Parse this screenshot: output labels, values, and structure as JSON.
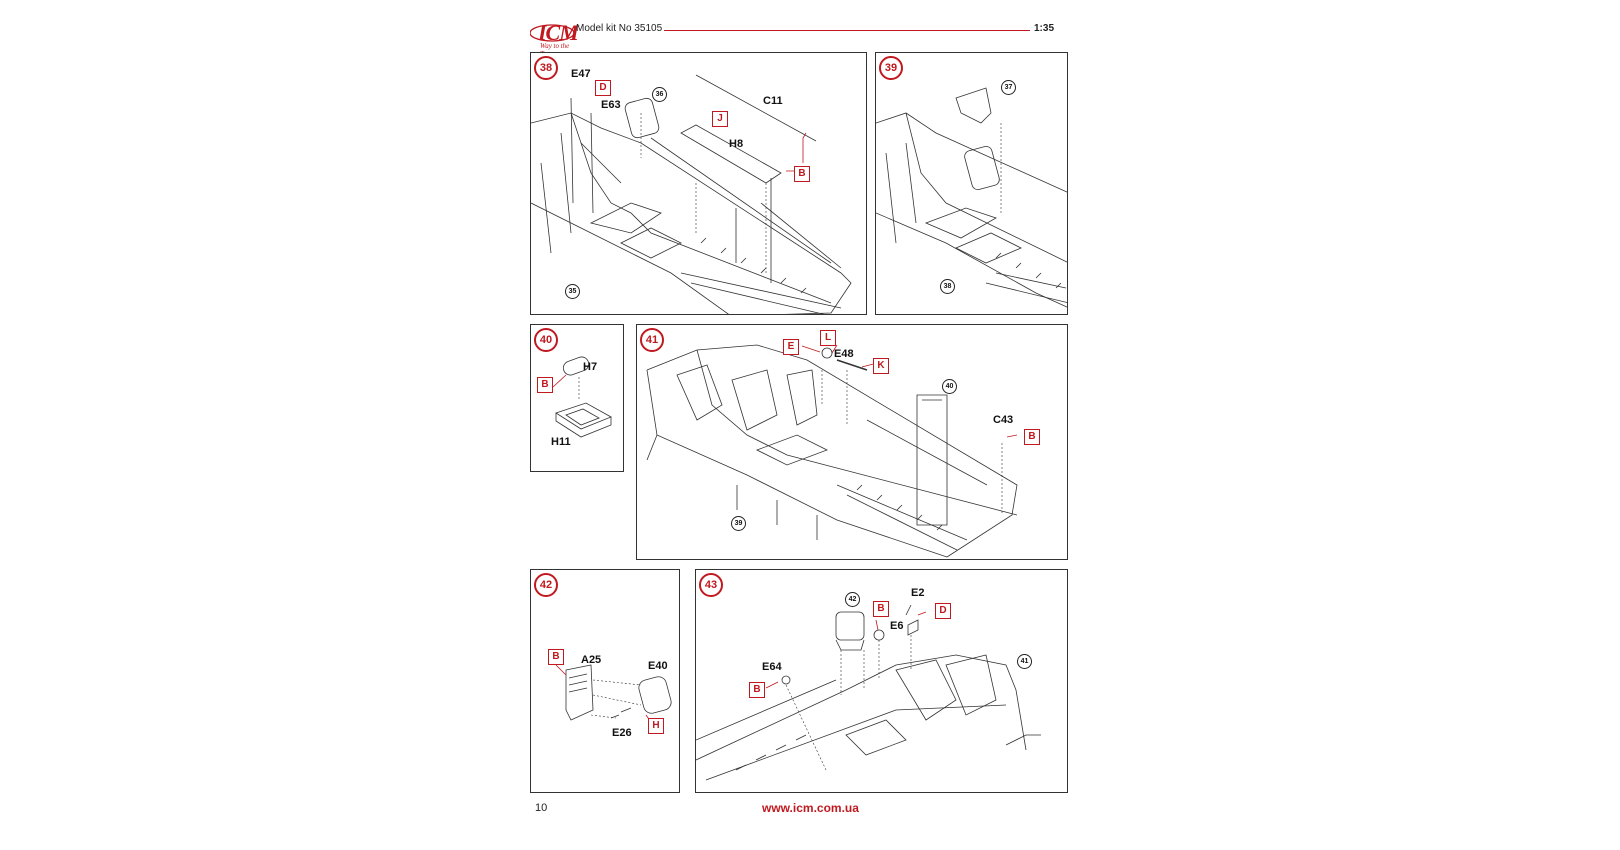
{
  "header": {
    "brand": "ICM",
    "brand_tagline": "Way to the Top",
    "title": "Model kit No 35105",
    "scale": "1:35"
  },
  "steps": {
    "s38": {
      "number": "38",
      "parts": {
        "e47": "E47",
        "e63": "E63",
        "c11": "C11",
        "h8": "H8"
      },
      "tags": {
        "d": "D",
        "j": "J",
        "b": "B"
      },
      "refs": {
        "r36": "36",
        "r35": "35"
      }
    },
    "s39": {
      "number": "39",
      "refs": {
        "r37": "37",
        "r38": "38"
      }
    },
    "s40": {
      "number": "40",
      "parts": {
        "h7": "H7",
        "h11": "H11"
      },
      "tags": {
        "b": "B"
      }
    },
    "s41": {
      "number": "41",
      "parts": {
        "e48": "E48",
        "c43": "C43"
      },
      "tags": {
        "e": "E",
        "l": "L",
        "k": "K",
        "b": "B"
      },
      "refs": {
        "r40": "40",
        "r39": "39"
      }
    },
    "s42": {
      "number": "42",
      "parts": {
        "a25": "A25",
        "e40": "E40",
        "e26": "E26"
      },
      "tags": {
        "b": "B",
        "h": "H"
      }
    },
    "s43": {
      "number": "43",
      "parts": {
        "e2": "E2",
        "e6": "E6",
        "e64": "E64"
      },
      "tags": {
        "b1": "B",
        "d": "D",
        "b2": "B"
      },
      "refs": {
        "r42": "42",
        "r41": "41"
      }
    }
  },
  "footer": {
    "page_number": "10",
    "url": "www.icm.com.ua"
  },
  "colors": {
    "accent": "#c0191f",
    "line": "#333333"
  }
}
